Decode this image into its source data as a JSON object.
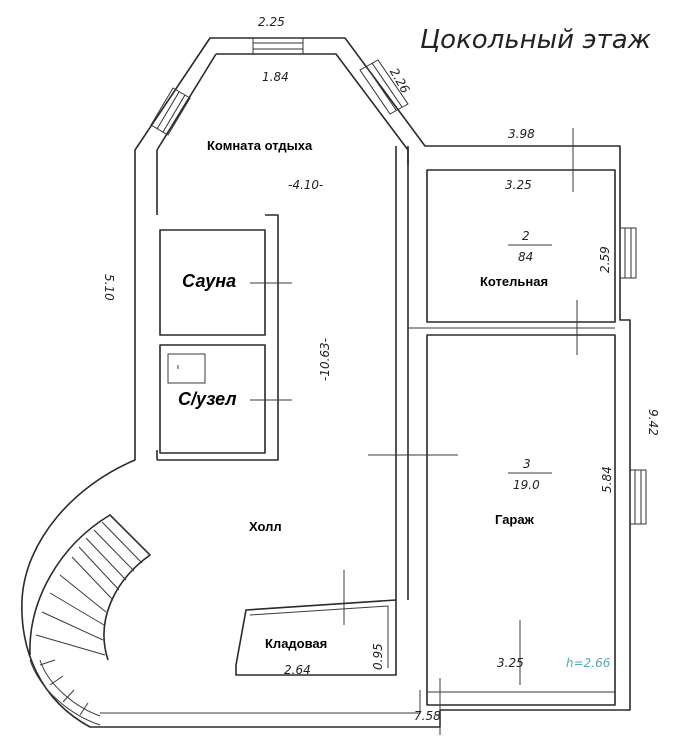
{
  "title": "Цокольный этаж",
  "rooms": {
    "rest_room": "Комната отдыха",
    "sauna": "Сауна",
    "wc": "С/узел",
    "boiler": "Котельная",
    "garage": "Гараж",
    "hall": "Холл",
    "storage": "Кладовая"
  },
  "room_numbers": {
    "boiler_num": "2",
    "boiler_area": "84",
    "garage_num": "3",
    "garage_area": "19.0"
  },
  "dimensions": {
    "top_window_outer": "2.25",
    "top_window_inner": "1.84",
    "diag_window": "2.26",
    "rest_width": "-4.10-",
    "left_side": "5.10",
    "hall_depth": "-10.63-",
    "boiler_top_outer": "3.98",
    "boiler_top_inner": "3.25",
    "boiler_side": "2.59",
    "right_side": "9.42",
    "garage_side": "5.84",
    "garage_bottom": "3.25",
    "storage_width": "2.64",
    "storage_depth": "0.95",
    "bottom_total": "7.58"
  },
  "height_note": "h=2.66"
}
